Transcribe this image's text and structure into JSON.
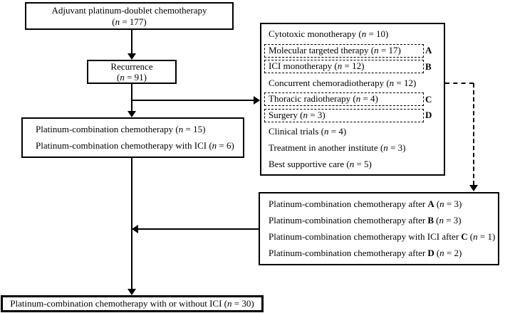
{
  "figure": {
    "background_color": "#ffffff",
    "line_color": "#000000"
  },
  "boxes": {
    "adjuvant": {
      "title": "Adjuvant platinum-doublet chemotherapy",
      "n": "(n = 177)"
    },
    "recurrence": {
      "title": "Recurrence",
      "n": "(n = 91)"
    },
    "post_recurrence_treatments": {
      "items": [
        {
          "label": "Cytotoxic monotherapy (n = 10)",
          "style": "plain",
          "tag": ""
        },
        {
          "label": "Molecular targeted therapy (n = 17)",
          "style": "dashed",
          "tag": "A"
        },
        {
          "label": "ICI monotherapy (n = 12)",
          "style": "dashed",
          "tag": "B"
        },
        {
          "label": "Concurrent chemoradiotherapy (n = 12)",
          "style": "plain",
          "tag": ""
        },
        {
          "label": "Thoracic radiotherapy (n = 4)",
          "style": "dashed",
          "tag": "C"
        },
        {
          "label": "Surgery (n = 3)",
          "style": "dashed",
          "tag": "D"
        },
        {
          "label": "Clinical trials (n = 4)",
          "style": "plain",
          "tag": ""
        },
        {
          "label": "Treatment in another institute (n = 3)",
          "style": "plain",
          "tag": ""
        },
        {
          "label": "Best supportive care (n = 5)",
          "style": "plain",
          "tag": ""
        }
      ]
    },
    "platinum_combination": {
      "line1": "Platinum-combination chemotherapy (n = 15)",
      "line2": "Platinum-combination chemotherapy with ICI (n = 6)"
    },
    "after_subsequent": {
      "items": [
        {
          "pre": "Platinum-combination chemotherapy after",
          "letter": "A",
          "n": "(n = 3)"
        },
        {
          "pre": "Platinum-combination chemotherapy after",
          "letter": "B",
          "n": "(n = 3)"
        },
        {
          "pre": "Platinum-combination chemotherapy with ICI after",
          "letter": "C",
          "n": "(n = 1)"
        },
        {
          "pre": "Platinum-combination chemotherapy after",
          "letter": "D",
          "n": "(n = 2)"
        }
      ]
    },
    "final": {
      "label": "Platinum-combination chemotherapy with or without ICI (n = 30)"
    }
  }
}
